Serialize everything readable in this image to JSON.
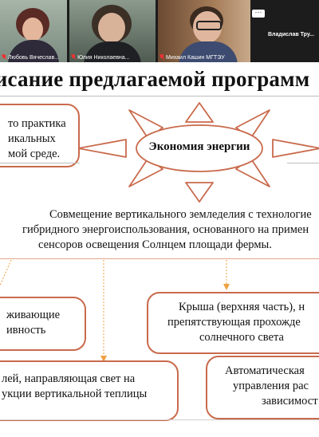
{
  "participants": [
    {
      "name": "Любовь Вячеслав...",
      "muted": true
    },
    {
      "name": "Юлия Николаевна...",
      "muted": true
    },
    {
      "name": "Михаил Кашин МГТЭУ",
      "muted": true
    }
  ],
  "more_participant": "Владислав Тру...",
  "more_button": "···",
  "slide": {
    "title": "писание предлагаемой программ",
    "left_box": [
      "то практика",
      "икальных",
      "мой среде."
    ],
    "center_label": "Экономия энергии",
    "mid_text": [
      "Совмещение вертикального земледелия с технологие",
      "гибридного энергоиспользования, основанного на примен",
      "сенсоров освещения Солнцем площади фермы."
    ],
    "box_left_mid": [
      "живающие",
      "ивность"
    ],
    "box_right_mid": [
      "Крыша (верхняя часть), н",
      "препятствующая прохожде",
      "солнечного света"
    ],
    "box_left_bottom": [
      "лей, направляющая свет на",
      "укции вертикальной теплицы"
    ],
    "box_right_bottom": [
      "Автоматическая",
      "управления рас",
      "зависимост"
    ]
  },
  "colors": {
    "accent": "#c96a4c",
    "arrow": "#f0a040",
    "sun": "#c96a4c"
  }
}
